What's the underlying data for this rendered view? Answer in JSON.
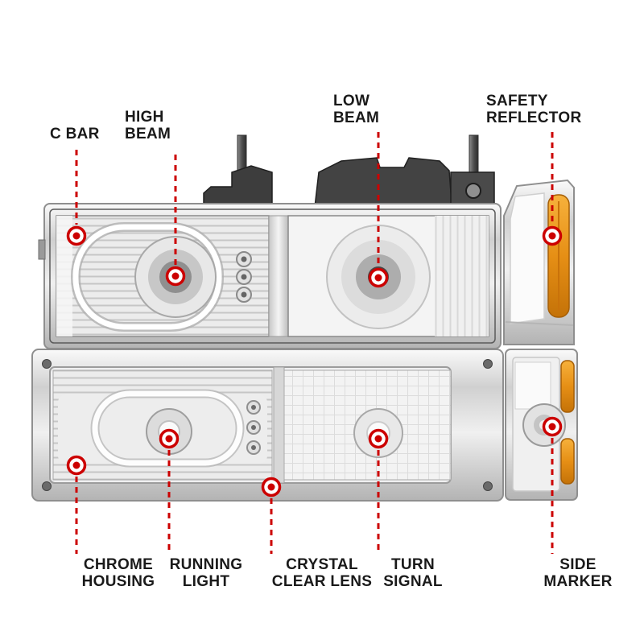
{
  "page": {
    "background": "#ffffff",
    "description": "Annotated truck headlight set diagram with labeled parts"
  },
  "colors": {
    "callout_red": "#cc0000",
    "label_text": "#1a1a1a",
    "amber_reflector": "#e68f15",
    "chrome": "#d2d2d2"
  },
  "callouts": {
    "top": [
      {
        "id": "c-bar",
        "label": "C BAR"
      },
      {
        "id": "high-beam",
        "label": "HIGH\nBEAM"
      },
      {
        "id": "low-beam",
        "label": "LOW\nBEAM"
      },
      {
        "id": "safety-reflector",
        "label": "SAFETY\nREFLECTOR"
      }
    ],
    "bottom": [
      {
        "id": "chrome-housing",
        "label": "CHROME\nHOUSING"
      },
      {
        "id": "running-light",
        "label": "RUNNING\nLIGHT"
      },
      {
        "id": "crystal-clear-lens",
        "label": "CRYSTAL\nCLEAR LENS"
      },
      {
        "id": "turn-signal",
        "label": "TURN\nSIGNAL"
      },
      {
        "id": "side-marker",
        "label": "SIDE\nMARKER"
      }
    ]
  }
}
